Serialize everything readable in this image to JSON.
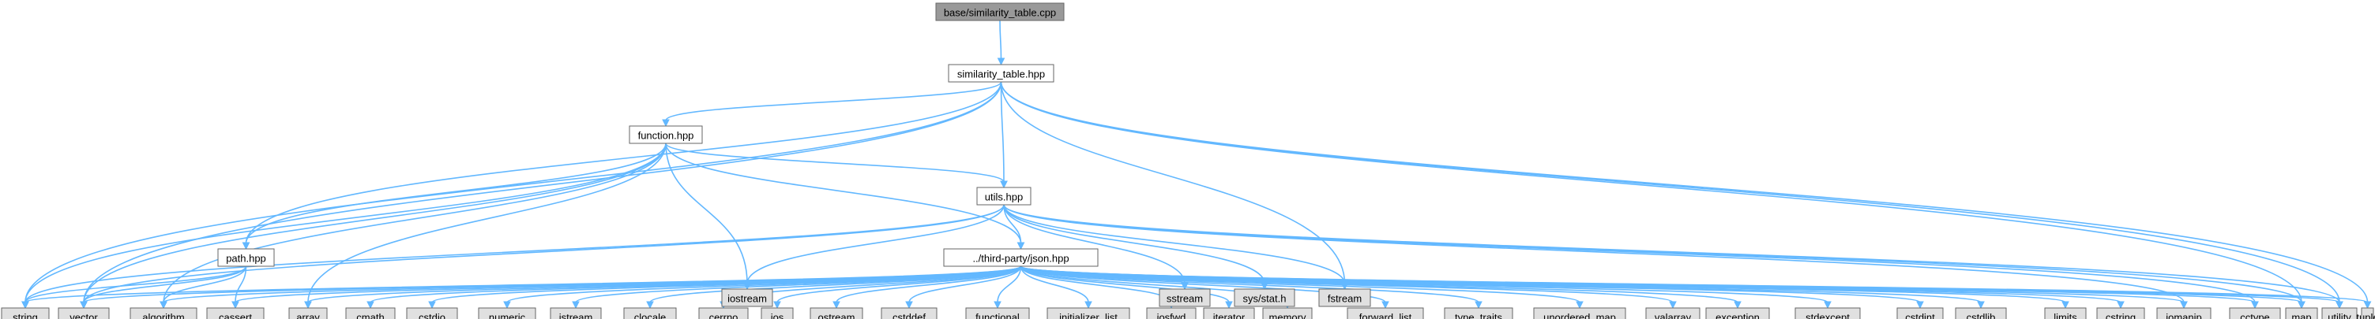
{
  "graph": {
    "colors": {
      "edge": "#63b8ff",
      "file_fill": "#ffffff",
      "system_fill": "#e0e0e0",
      "root_fill": "#999999",
      "border": "#666666"
    },
    "nodes": [
      {
        "id": "root",
        "label": "base/similarity_table.cpp",
        "kind": "root"
      },
      {
        "id": "st",
        "label": "similarity_table.hpp",
        "kind": "file"
      },
      {
        "id": "fn",
        "label": "function.hpp",
        "kind": "file"
      },
      {
        "id": "ut",
        "label": "utils.hpp",
        "kind": "file"
      },
      {
        "id": "pa",
        "label": "path.hpp",
        "kind": "file"
      },
      {
        "id": "js",
        "label": "../third-party/json.hpp",
        "kind": "file"
      },
      {
        "id": "iostream",
        "label": "iostream",
        "kind": "system"
      },
      {
        "id": "sstream",
        "label": "sstream",
        "kind": "system"
      },
      {
        "id": "sysstat",
        "label": "sys/stat.h",
        "kind": "system"
      },
      {
        "id": "fstream",
        "label": "fstream",
        "kind": "system"
      },
      {
        "id": "string",
        "label": "string",
        "kind": "system"
      },
      {
        "id": "vector",
        "label": "vector",
        "kind": "system"
      },
      {
        "id": "algorithm",
        "label": "algorithm",
        "kind": "system"
      },
      {
        "id": "cassert",
        "label": "cassert",
        "kind": "system"
      },
      {
        "id": "array",
        "label": "array",
        "kind": "system"
      },
      {
        "id": "cmath",
        "label": "cmath",
        "kind": "system"
      },
      {
        "id": "cstdio",
        "label": "cstdio",
        "kind": "system"
      },
      {
        "id": "numeric",
        "label": "numeric",
        "kind": "system"
      },
      {
        "id": "istream",
        "label": "istream",
        "kind": "system"
      },
      {
        "id": "clocale",
        "label": "clocale",
        "kind": "system"
      },
      {
        "id": "cerrno",
        "label": "cerrno",
        "kind": "system"
      },
      {
        "id": "ios",
        "label": "ios",
        "kind": "system"
      },
      {
        "id": "ostream",
        "label": "ostream",
        "kind": "system"
      },
      {
        "id": "cstddef",
        "label": "cstddef",
        "kind": "system"
      },
      {
        "id": "functional",
        "label": "functional",
        "kind": "system"
      },
      {
        "id": "initlist",
        "label": "initializer_list",
        "kind": "system"
      },
      {
        "id": "iosfwd",
        "label": "iosfwd",
        "kind": "system"
      },
      {
        "id": "iterator",
        "label": "iterator",
        "kind": "system"
      },
      {
        "id": "memory",
        "label": "memory",
        "kind": "system"
      },
      {
        "id": "fwdlist",
        "label": "forward_list",
        "kind": "system"
      },
      {
        "id": "typetraits",
        "label": "type_traits",
        "kind": "system"
      },
      {
        "id": "umap",
        "label": "unordered_map",
        "kind": "system"
      },
      {
        "id": "valarray",
        "label": "valarray",
        "kind": "system"
      },
      {
        "id": "exception",
        "label": "exception",
        "kind": "system"
      },
      {
        "id": "stdexcept",
        "label": "stdexcept",
        "kind": "system"
      },
      {
        "id": "cstdint",
        "label": "cstdint",
        "kind": "system"
      },
      {
        "id": "cstdlib",
        "label": "cstdlib",
        "kind": "system"
      },
      {
        "id": "limits",
        "label": "limits",
        "kind": "system"
      },
      {
        "id": "cstring",
        "label": "cstring",
        "kind": "system"
      },
      {
        "id": "iomanip",
        "label": "iomanip",
        "kind": "system"
      },
      {
        "id": "cctype",
        "label": "cctype",
        "kind": "system"
      },
      {
        "id": "map",
        "label": "map",
        "kind": "system"
      },
      {
        "id": "utility",
        "label": "utility",
        "kind": "system"
      },
      {
        "id": "tuple",
        "label": "tuple",
        "kind": "system"
      }
    ],
    "edges": [
      [
        "root",
        "st"
      ],
      [
        "st",
        "fn"
      ],
      [
        "st",
        "ut"
      ],
      [
        "st",
        "pa"
      ],
      [
        "st",
        "fstream"
      ],
      [
        "st",
        "string"
      ],
      [
        "st",
        "vector"
      ],
      [
        "st",
        "map"
      ],
      [
        "st",
        "utility"
      ],
      [
        "st",
        "tuple"
      ],
      [
        "fn",
        "ut"
      ],
      [
        "fn",
        "pa"
      ],
      [
        "fn",
        "js"
      ],
      [
        "fn",
        "iostream"
      ],
      [
        "fn",
        "string"
      ],
      [
        "fn",
        "vector"
      ],
      [
        "fn",
        "array"
      ],
      [
        "fn",
        "algorithm"
      ],
      [
        "ut",
        "iostream"
      ],
      [
        "ut",
        "sstream"
      ],
      [
        "ut",
        "sysstat"
      ],
      [
        "ut",
        "fstream"
      ],
      [
        "ut",
        "js"
      ],
      [
        "ut",
        "string"
      ],
      [
        "ut",
        "vector"
      ],
      [
        "ut",
        "map"
      ],
      [
        "ut",
        "cctype"
      ],
      [
        "ut",
        "iomanip"
      ],
      [
        "ut",
        "utility"
      ],
      [
        "pa",
        "string"
      ],
      [
        "pa",
        "vector"
      ],
      [
        "pa",
        "algorithm"
      ],
      [
        "pa",
        "cassert"
      ],
      [
        "js",
        "string"
      ],
      [
        "js",
        "vector"
      ],
      [
        "js",
        "algorithm"
      ],
      [
        "js",
        "cassert"
      ],
      [
        "js",
        "array"
      ],
      [
        "js",
        "cmath"
      ],
      [
        "js",
        "cstdio"
      ],
      [
        "js",
        "numeric"
      ],
      [
        "js",
        "istream"
      ],
      [
        "js",
        "clocale"
      ],
      [
        "js",
        "cerrno"
      ],
      [
        "js",
        "ios"
      ],
      [
        "js",
        "ostream"
      ],
      [
        "js",
        "cstddef"
      ],
      [
        "js",
        "functional"
      ],
      [
        "js",
        "initlist"
      ],
      [
        "js",
        "iosfwd"
      ],
      [
        "js",
        "iterator"
      ],
      [
        "js",
        "memory"
      ],
      [
        "js",
        "fwdlist"
      ],
      [
        "js",
        "typetraits"
      ],
      [
        "js",
        "umap"
      ],
      [
        "js",
        "valarray"
      ],
      [
        "js",
        "exception"
      ],
      [
        "js",
        "stdexcept"
      ],
      [
        "js",
        "cstdint"
      ],
      [
        "js",
        "cstdlib"
      ],
      [
        "js",
        "limits"
      ],
      [
        "js",
        "cstring"
      ],
      [
        "js",
        "iomanip"
      ],
      [
        "js",
        "cctype"
      ],
      [
        "js",
        "map"
      ],
      [
        "js",
        "utility"
      ],
      [
        "js",
        "tuple"
      ],
      [
        "js",
        "sstream"
      ]
    ]
  }
}
